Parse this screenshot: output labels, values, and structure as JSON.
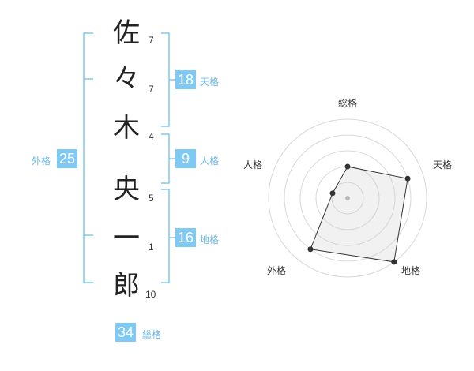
{
  "name": {
    "characters": [
      {
        "char": "佐",
        "strokes": "7"
      },
      {
        "char": "々",
        "strokes": "7"
      },
      {
        "char": "木",
        "strokes": "4"
      },
      {
        "char": "央",
        "strokes": "5"
      },
      {
        "char": "一",
        "strokes": "1"
      },
      {
        "char": "郎",
        "strokes": "10"
      }
    ]
  },
  "fortunes": {
    "tenkaku": {
      "value": "18",
      "label": "天格"
    },
    "jinkaku": {
      "value": "9",
      "label": "人格"
    },
    "chikaku": {
      "value": "16",
      "label": "地格"
    },
    "gaikaku": {
      "value": "25",
      "label": "外格"
    },
    "soukaku": {
      "value": "34",
      "label": "総格"
    }
  },
  "colors": {
    "accent": "#7fc9f5",
    "accent_text": "#6ab8e8",
    "bracket": "#7fc9f5"
  },
  "chart_data": {
    "type": "radar",
    "axes": [
      "総格",
      "天格",
      "地格",
      "外格",
      "人格"
    ],
    "values": [
      2,
      4,
      5,
      4,
      1
    ],
    "max": 5
  }
}
